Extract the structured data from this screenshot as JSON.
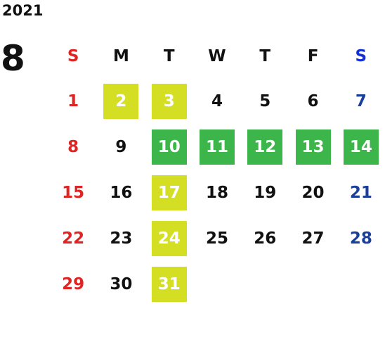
{
  "year": "2021",
  "month": "8",
  "weekdays": [
    "S",
    "M",
    "T",
    "W",
    "T",
    "F",
    "S"
  ],
  "weeks": [
    [
      {
        "d": "1",
        "hl": ""
      },
      {
        "d": "2",
        "hl": "yellow"
      },
      {
        "d": "3",
        "hl": "yellow"
      },
      {
        "d": "4",
        "hl": ""
      },
      {
        "d": "5",
        "hl": ""
      },
      {
        "d": "6",
        "hl": ""
      },
      {
        "d": "7",
        "hl": ""
      }
    ],
    [
      {
        "d": "8",
        "hl": ""
      },
      {
        "d": "9",
        "hl": ""
      },
      {
        "d": "10",
        "hl": "green"
      },
      {
        "d": "11",
        "hl": "green"
      },
      {
        "d": "12",
        "hl": "green"
      },
      {
        "d": "13",
        "hl": "green"
      },
      {
        "d": "14",
        "hl": "green"
      }
    ],
    [
      {
        "d": "15",
        "hl": ""
      },
      {
        "d": "16",
        "hl": ""
      },
      {
        "d": "17",
        "hl": "yellow"
      },
      {
        "d": "18",
        "hl": ""
      },
      {
        "d": "19",
        "hl": ""
      },
      {
        "d": "20",
        "hl": ""
      },
      {
        "d": "21",
        "hl": ""
      }
    ],
    [
      {
        "d": "22",
        "hl": ""
      },
      {
        "d": "23",
        "hl": ""
      },
      {
        "d": "24",
        "hl": "yellow"
      },
      {
        "d": "25",
        "hl": ""
      },
      {
        "d": "26",
        "hl": ""
      },
      {
        "d": "27",
        "hl": ""
      },
      {
        "d": "28",
        "hl": ""
      }
    ],
    [
      {
        "d": "29",
        "hl": ""
      },
      {
        "d": "30",
        "hl": ""
      },
      {
        "d": "31",
        "hl": "yellow"
      },
      {
        "d": "",
        "hl": ""
      },
      {
        "d": "",
        "hl": ""
      },
      {
        "d": "",
        "hl": ""
      },
      {
        "d": "",
        "hl": ""
      }
    ]
  ],
  "colors": {
    "sunday": "#e02424",
    "saturday": "#1a3f9a",
    "highlight_yellow": "#d4de22",
    "highlight_green": "#3cb54a"
  }
}
